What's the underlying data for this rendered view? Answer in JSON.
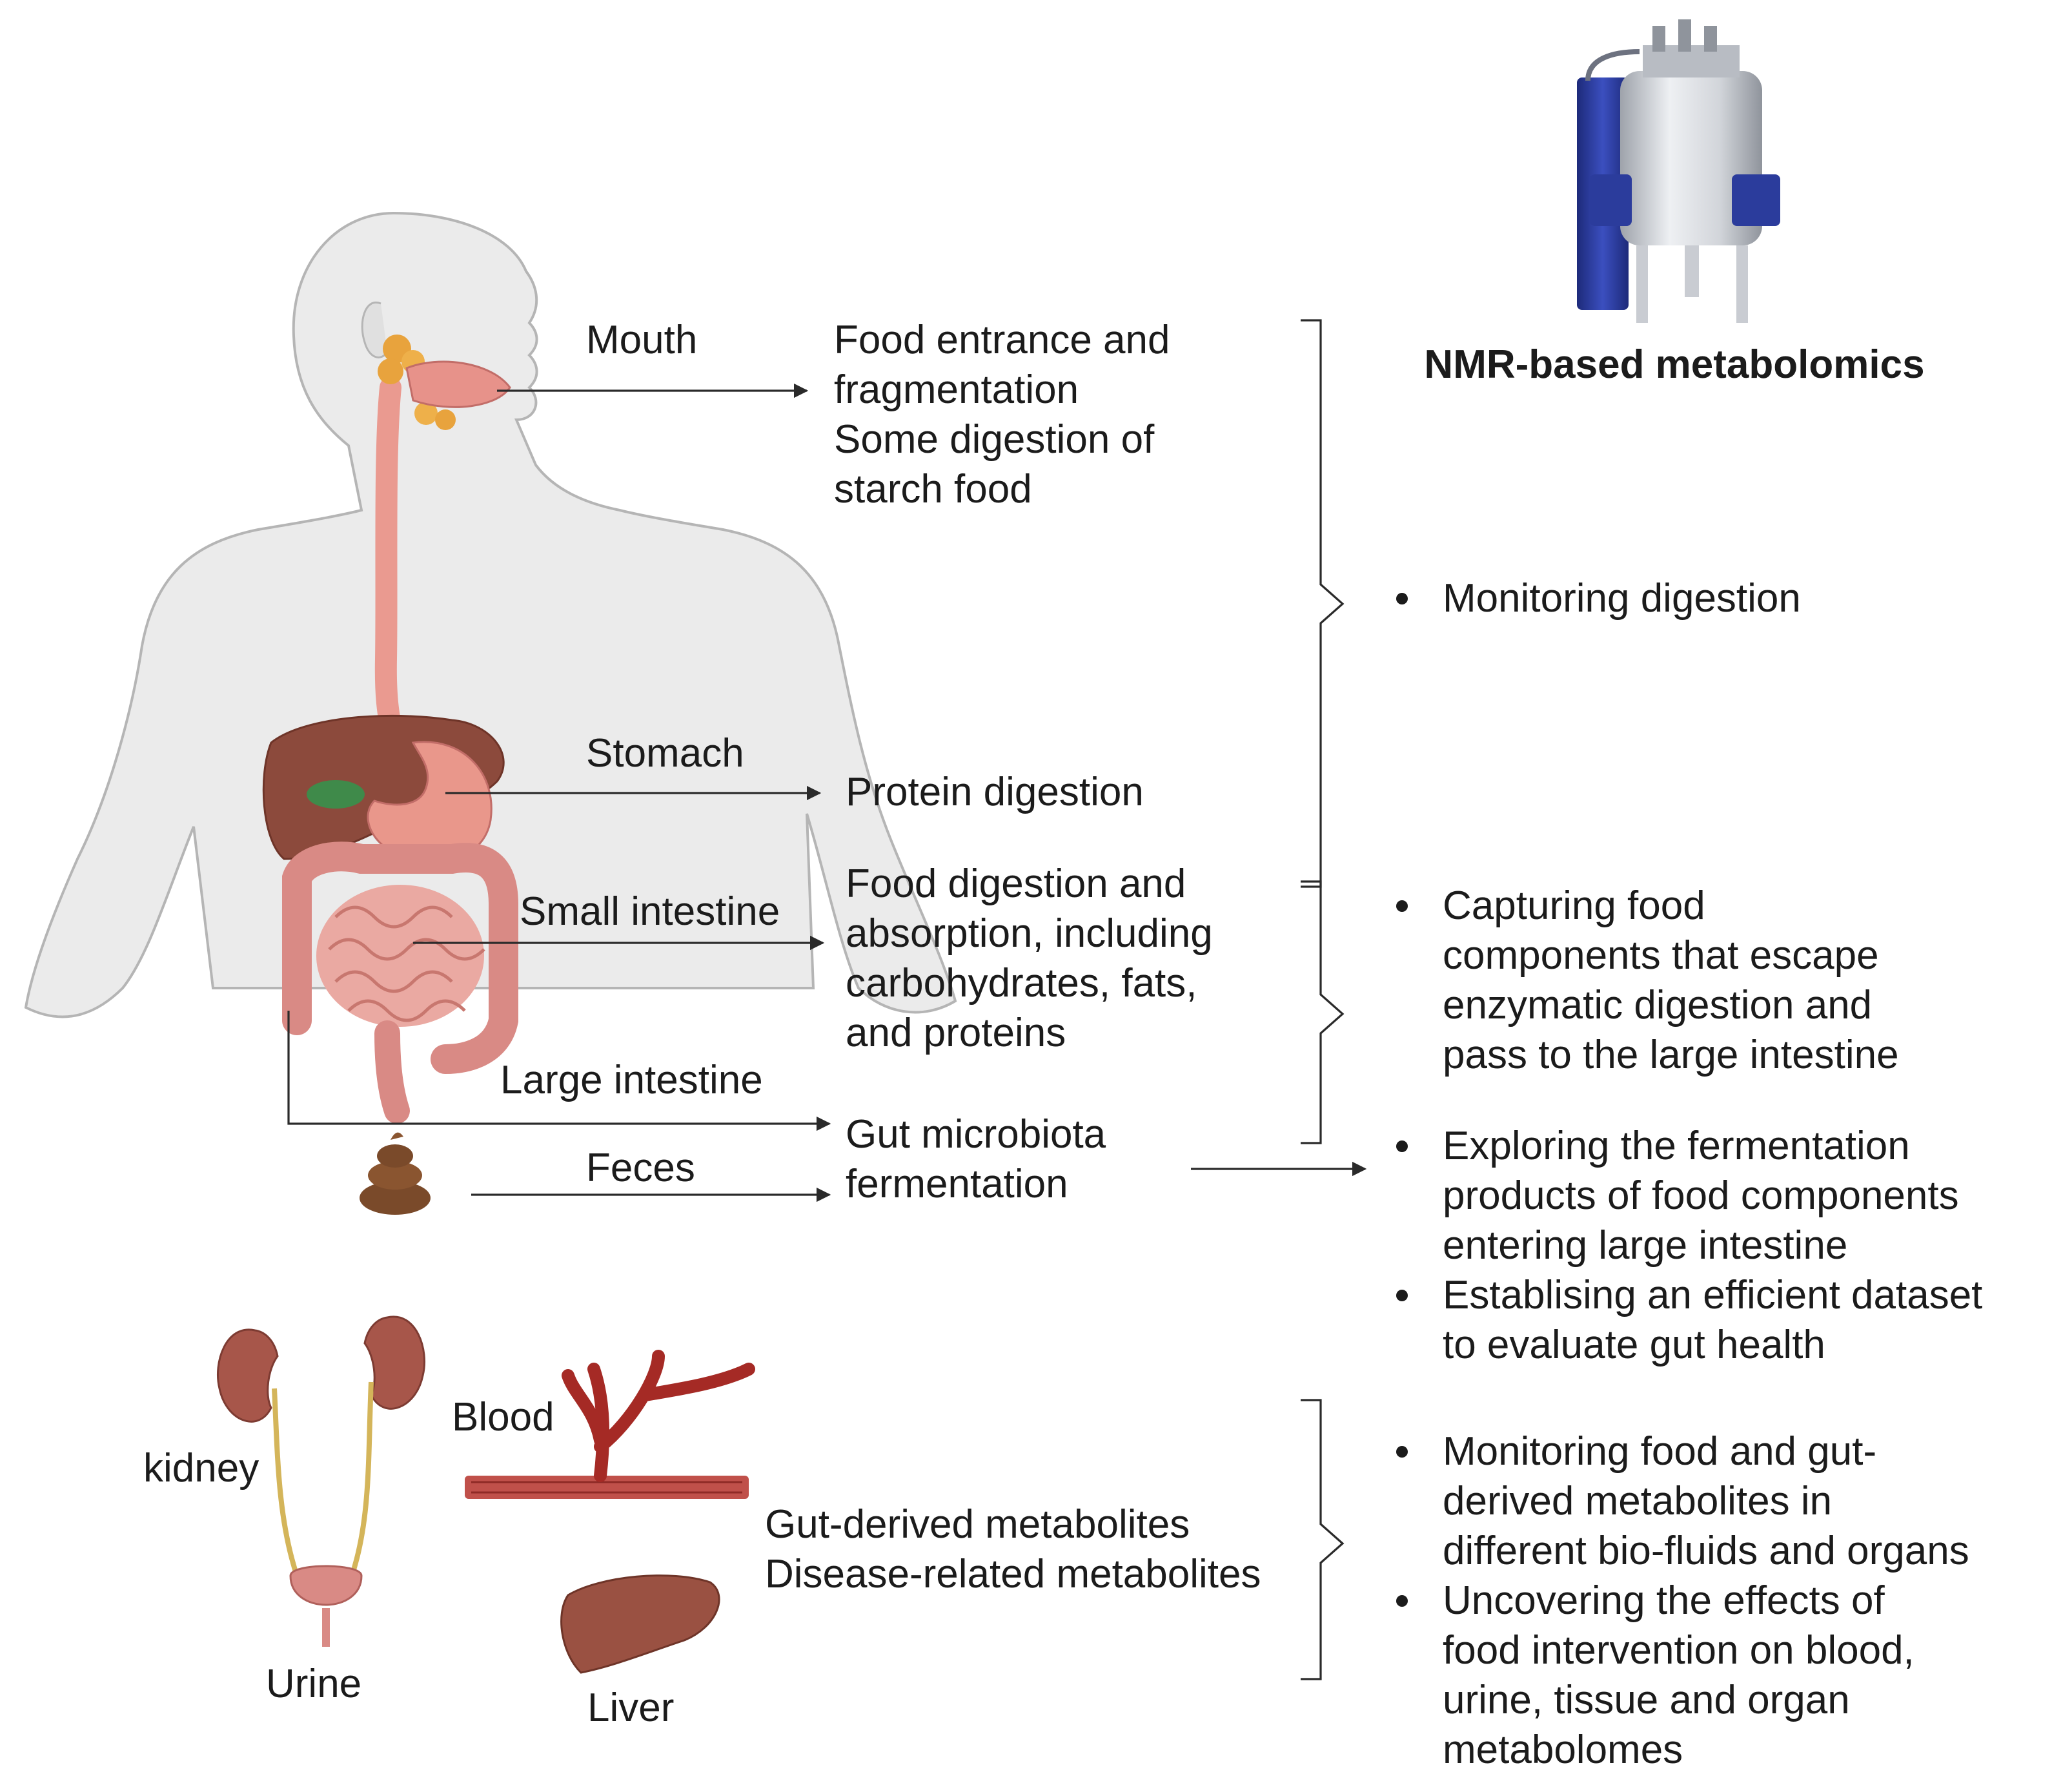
{
  "organs": {
    "mouth": "Mouth",
    "stomach": "Stomach",
    "small_intestine": "Small intestine",
    "large_intestine": "Large intestine",
    "feces": "Feces",
    "kidney": "kidney",
    "urine": "Urine",
    "blood": "Blood",
    "liver": "Liver"
  },
  "functions": {
    "mouth": [
      "Food entrance and",
      "fragmentation",
      "Some digestion of",
      "starch food"
    ],
    "stomach": [
      "Protein digestion"
    ],
    "small_intestine": [
      "Food digestion and",
      "absorption, including",
      "carbohydrates, fats,",
      "and proteins"
    ],
    "gut": [
      "Gut microbiota",
      "fermentation"
    ],
    "metabolites": [
      "Gut-derived metabolites",
      "Disease-related metabolites"
    ]
  },
  "nmr_title": "NMR-based metabolomics",
  "applications": {
    "digestion": [
      "Monitoring digestion"
    ],
    "escape": [
      "Capturing food",
      "components that escape",
      "enzymatic digestion and",
      "pass to the large intestine"
    ],
    "fermentation": [
      "Exploring the fermentation",
      "products of food components",
      "entering large intestine"
    ],
    "dataset": [
      "Establising an efficient dataset",
      "to evaluate gut health"
    ],
    "biofluids": [
      "Monitoring food and gut-",
      "derived metabolites in",
      "different bio-fluids and organs"
    ],
    "intervention": [
      "Uncovering the effects of",
      "food intervention on blood,",
      "urine, tissue and organ",
      "metabolomes"
    ]
  },
  "colors": {
    "body": "#ebebeb",
    "body_outline": "#b5b5b5",
    "esophagus": "#ea9a90",
    "liver": "#8c4a3c",
    "stomach": "#e9978b",
    "intestine": "#e39a93",
    "feces": "#7a4a2a",
    "blood_vessel": "#a52a25",
    "nmr_blue": "#2b3c9c",
    "nmr_silver": "#d8dbe0"
  }
}
